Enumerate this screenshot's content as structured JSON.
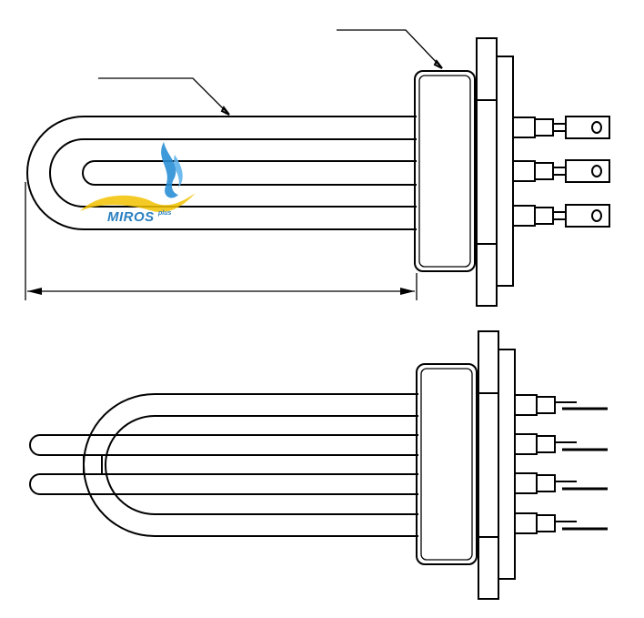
{
  "logo": {
    "name": "MIROS",
    "suffix": "plus",
    "colors": {
      "text": "#2a7fc0",
      "flame": "#2a8fd6",
      "wave": "#f2c200"
    }
  },
  "views": {
    "top": {
      "element_type": "U-shaped tubular heater, 3 terminals"
    },
    "bottom": {
      "element_type": "double U-shaped tubular heater, 4 terminals"
    }
  }
}
